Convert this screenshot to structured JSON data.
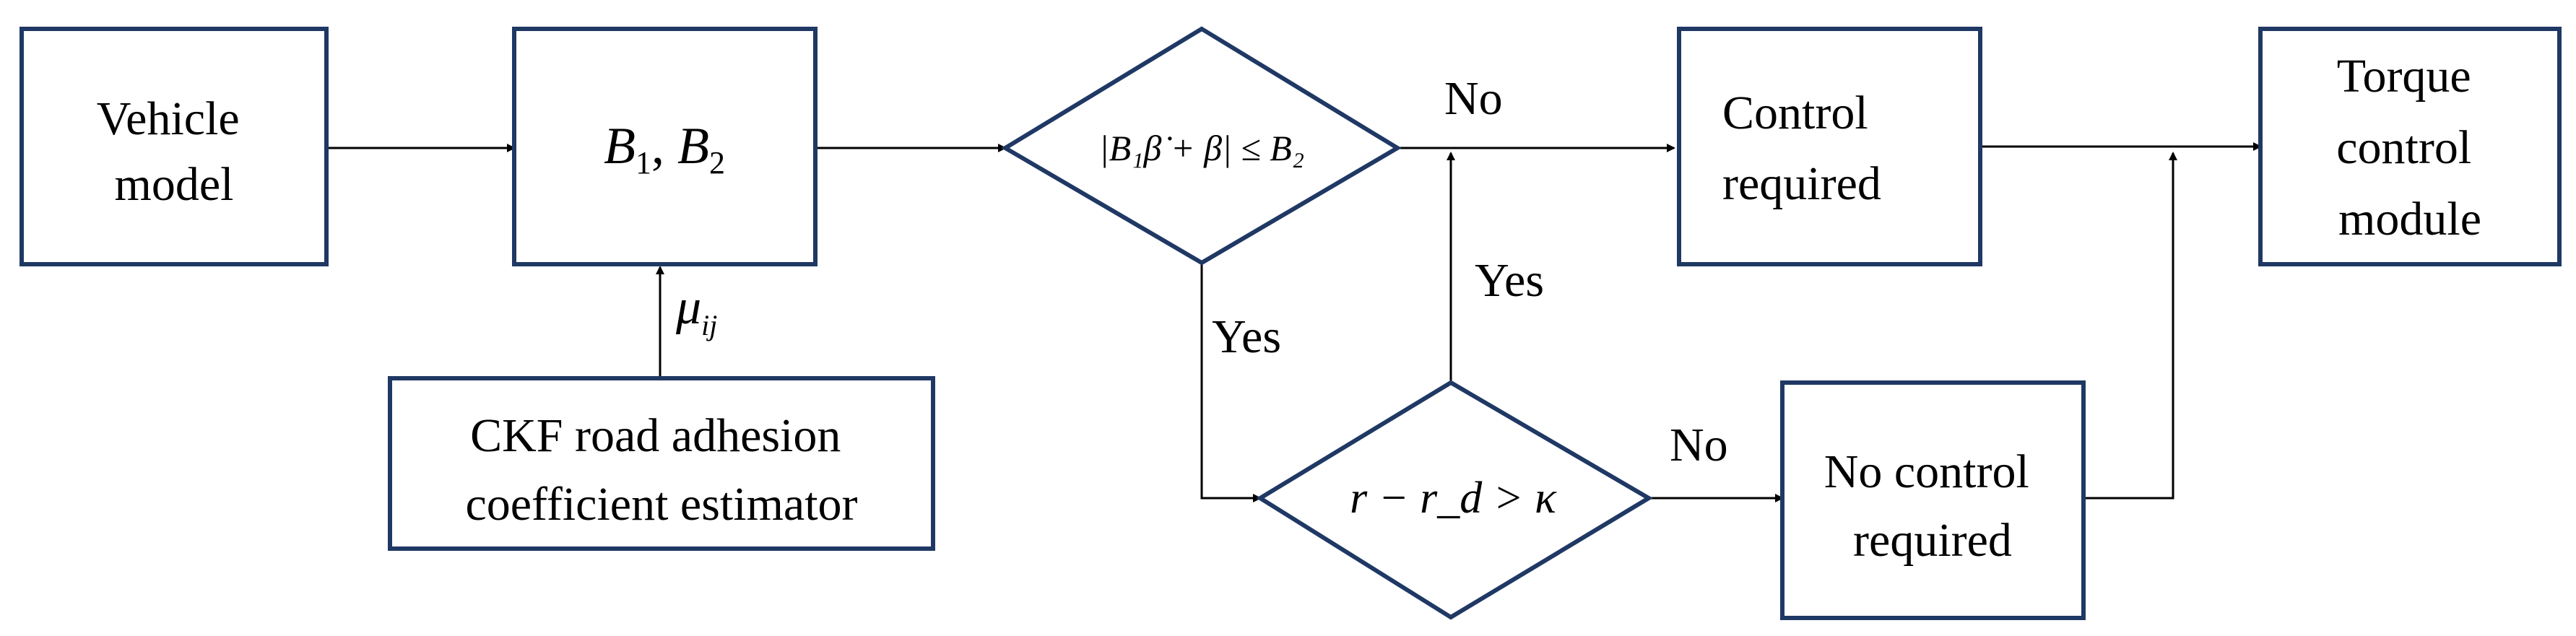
{
  "colors": {
    "box_stroke": "#1f3864",
    "line": "#000000",
    "background": "#ffffff"
  },
  "nodes": {
    "vehicle_model": {
      "lines": [
        "Vehicle",
        "model"
      ]
    },
    "b_params": {
      "base1": "B",
      "sub1": "1",
      "sep": ", ",
      "base2": "B",
      "sub2": "2"
    },
    "ckf_estimator": {
      "lines": [
        "CKF road adhesion",
        "coefficient estimator"
      ]
    },
    "decision_1": {
      "expression": "|B₁β̇ + β| ≤ B₂"
    },
    "decision_2": {
      "expression": "r − r_d > κ"
    },
    "control_required": {
      "lines": [
        "Control",
        "required"
      ]
    },
    "no_control_required": {
      "lines": [
        "No control",
        "required"
      ]
    },
    "torque_module": {
      "lines": [
        "Torque",
        "control",
        "module"
      ]
    }
  },
  "edge_labels": {
    "mu": {
      "base": "μ",
      "sub": "ij"
    },
    "d1_no": "No",
    "d1_yes": "Yes",
    "d2_yes": "Yes",
    "d2_no": "No"
  }
}
